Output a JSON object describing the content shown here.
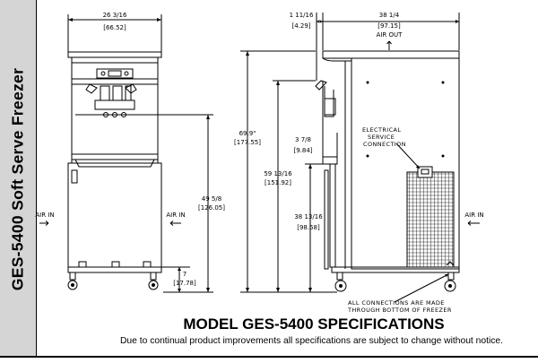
{
  "side_title": "GES-5400  Soft Serve Freezer",
  "main_title": "MODEL GES-5400 SPECIFICATIONS",
  "subtitle": "Due to continual product improvements all specifications are subject to change without notice.",
  "front_view": {
    "width_in": "26 3/16",
    "width_mm": "[66.52]",
    "air_in_left": "AIR IN",
    "air_in_right": "AIR IN",
    "height_in": "49 5/8",
    "height_mm": "[126.05]",
    "caster_in": "7",
    "caster_mm": "[17.78]"
  },
  "side_view": {
    "offset_in": "1 11/16",
    "offset_mm": "[4.29]",
    "depth_in": "38 1/4",
    "depth_mm": "[97.15]",
    "air_out": "AIR OUT",
    "total_height_in": "69.9\"",
    "total_height_mm": "[177.55]",
    "draw_height_in": "59 13/16",
    "draw_height_mm": "[151.92]",
    "spout_offset_in": "3 7/8",
    "spout_offset_mm": "[9.84]",
    "drip_height_in": "38 13/16",
    "drip_height_mm": "[98.58]",
    "electrical_label_1": "ELECTRICAL",
    "electrical_label_2": "SERVICE",
    "electrical_label_3": "CONNECTION",
    "air_in_right": "AIR IN",
    "connections_note_1": "ALL CONNECTIONS ARE MADE",
    "connections_note_2": "THROUGH BOTTOM OF FREEZER"
  }
}
